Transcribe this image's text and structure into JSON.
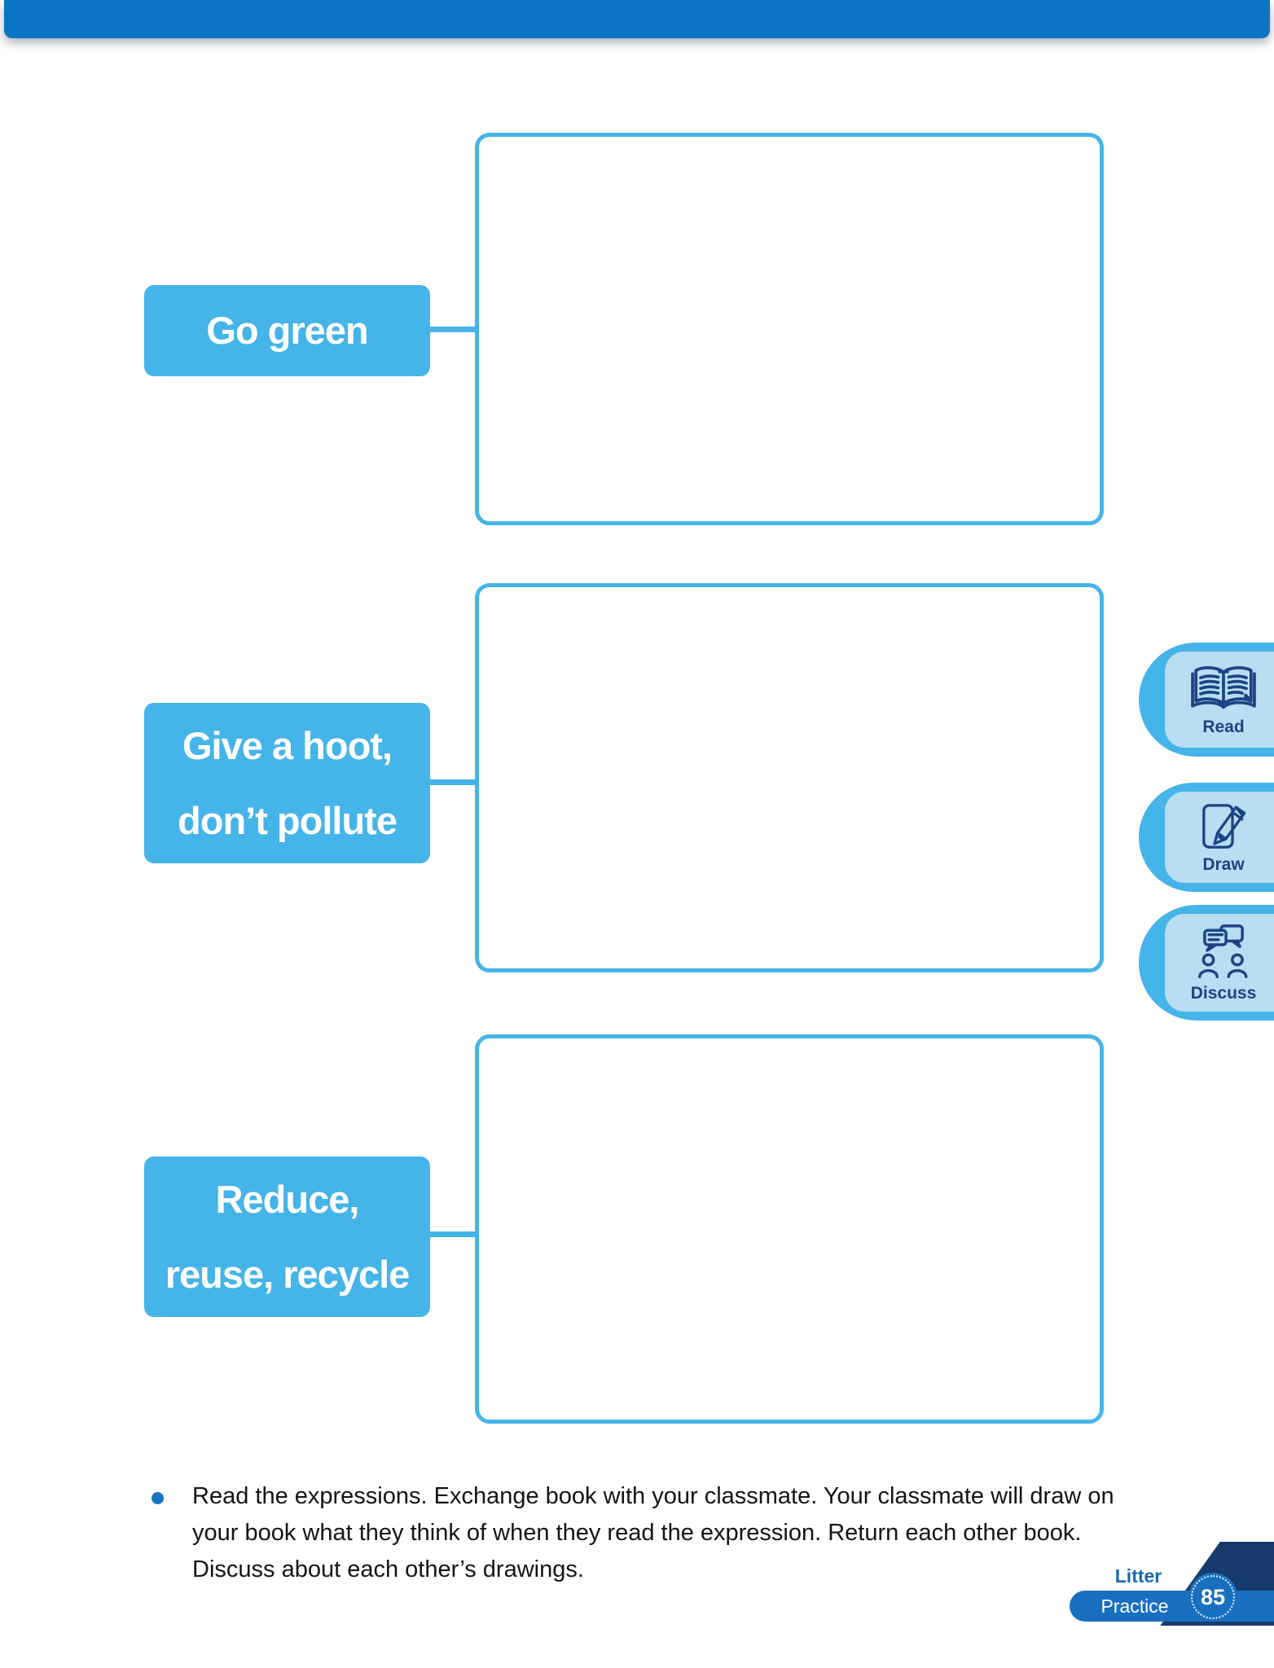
{
  "colors": {
    "topbar": "#0b74c4",
    "accent": "#45b4e8",
    "badge-inner": "#b9ddf2",
    "icon-navy": "#1c4484",
    "ribbon-blue": "#186fc0",
    "wedge-navy": "#163a6c",
    "litter-text": "#1b67b3",
    "bullet-blue": "#1a73c2",
    "text-dark": "#141414"
  },
  "tags": [
    {
      "lines": [
        "Go green"
      ]
    },
    {
      "lines": [
        "Give a hoot,",
        "don’t pollute"
      ]
    },
    {
      "lines": [
        "Reduce,",
        "reuse, recycle"
      ]
    }
  ],
  "badges": [
    {
      "label": "Read",
      "icon": "open-book-icon"
    },
    {
      "label": "Draw",
      "icon": "pencil-paper-icon"
    },
    {
      "label": "Discuss",
      "icon": "discussion-icon"
    }
  ],
  "instruction": {
    "text": "Read the expressions. Exchange book with your classmate. Your classmate will draw on your book what they think of when they read the expression. Return each other book. Discuss about each other’s drawings."
  },
  "footer": {
    "unit_label": "Litter",
    "tab_label": "Practice",
    "page_number": "85"
  }
}
